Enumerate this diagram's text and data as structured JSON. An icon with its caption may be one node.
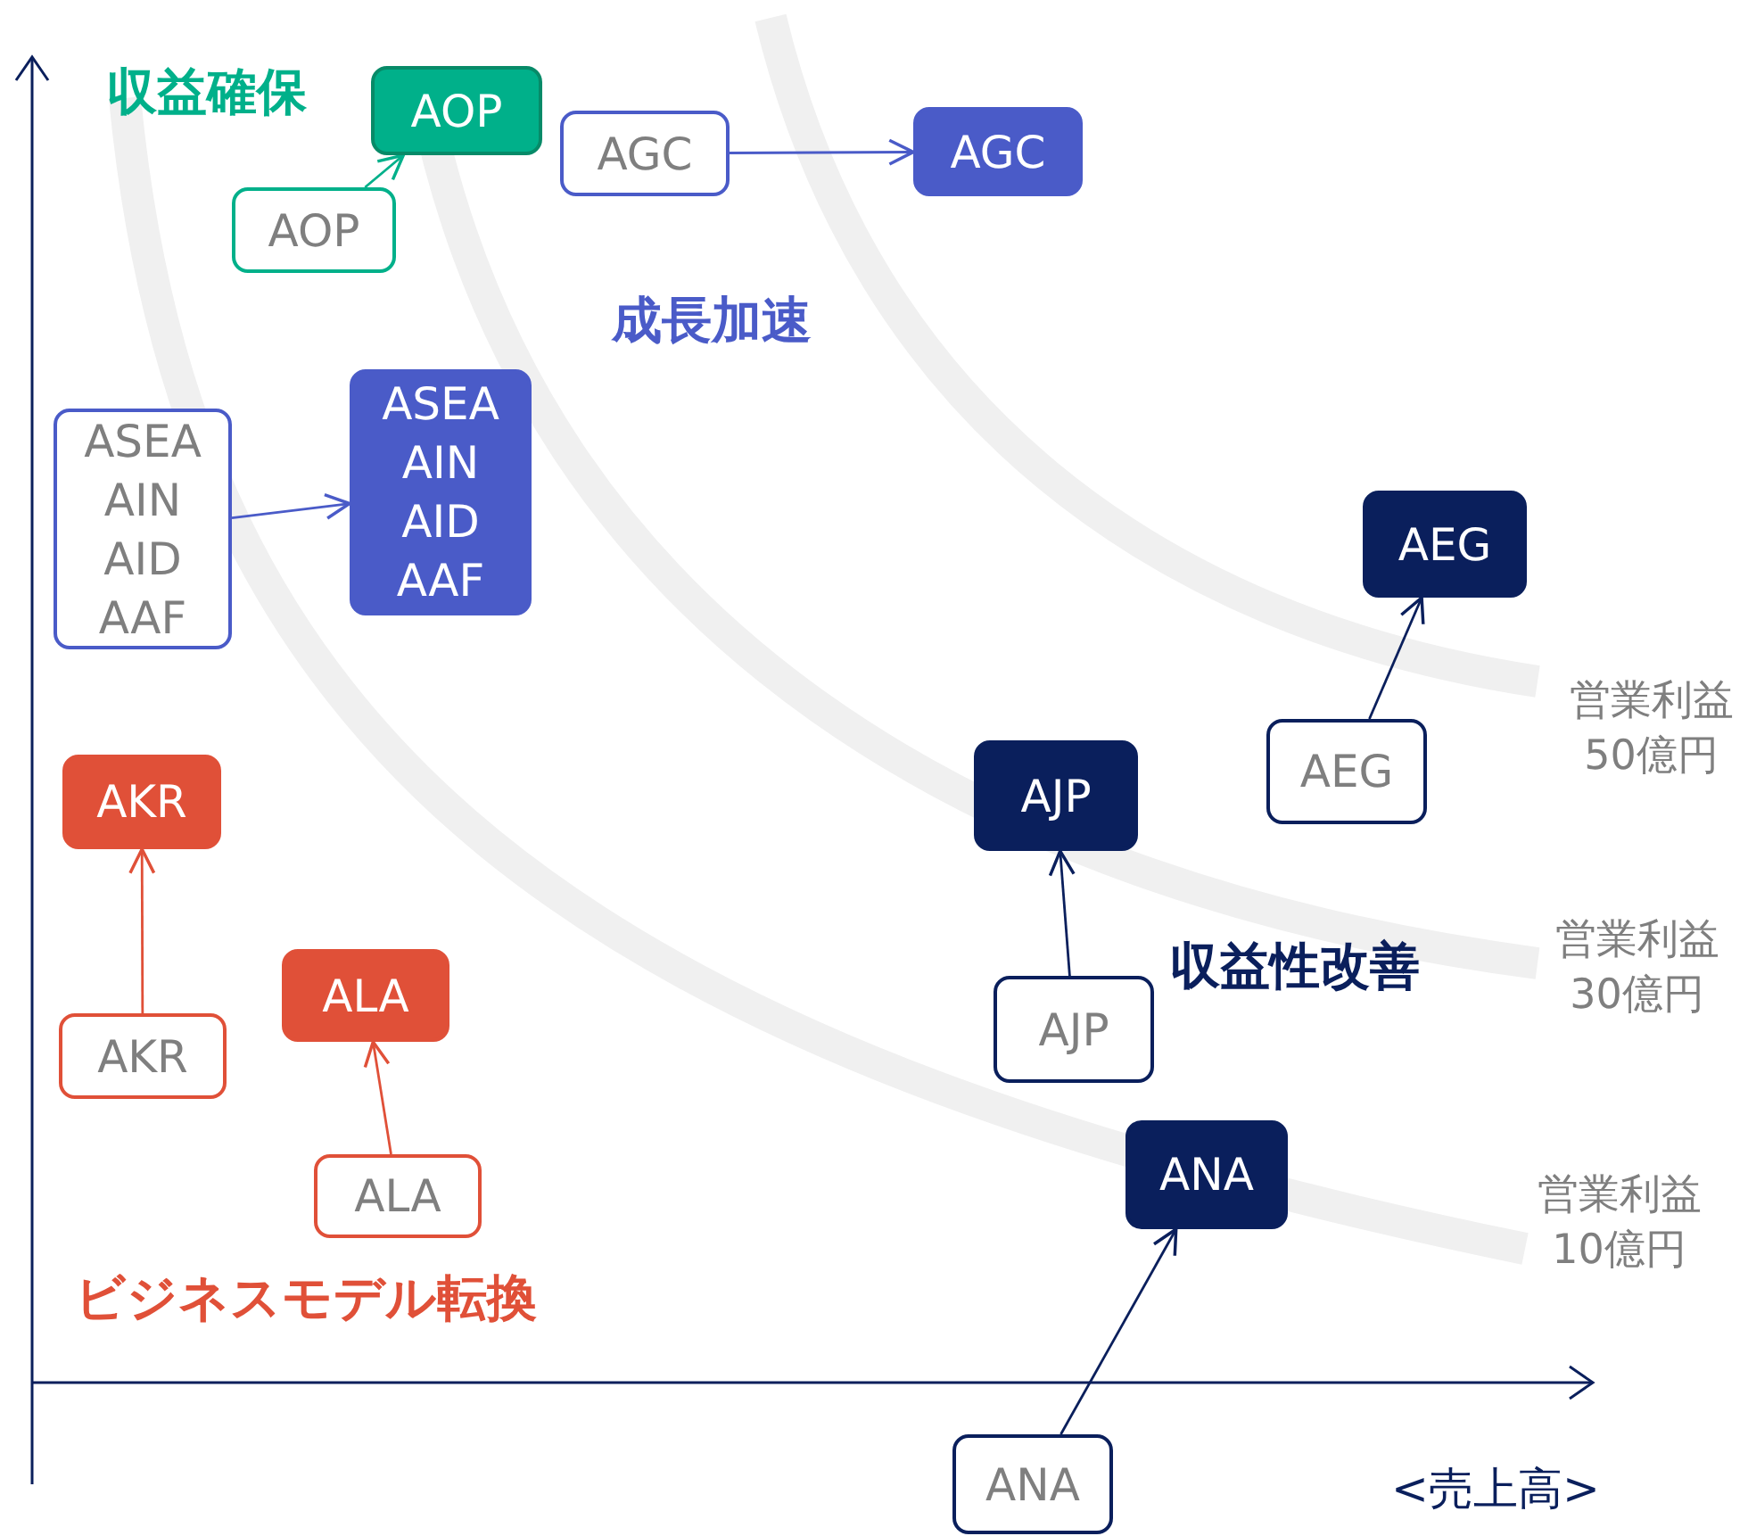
{
  "diagram": {
    "nodes": [
      {
        "text": [
          "AOP"
        ]
      },
      {
        "text": [
          "AGC"
        ]
      },
      {
        "text": [
          "AGC"
        ]
      },
      {
        "text": [
          "AOP"
        ]
      },
      {
        "text": [
          "ASEA",
          "AIN",
          "AID",
          "AAF"
        ]
      },
      {
        "text": [
          "ASEA",
          "AIN",
          "AID",
          "AAF"
        ]
      },
      {
        "text": [
          "AEG"
        ]
      },
      {
        "text": [
          "AKR"
        ]
      },
      {
        "text": [
          "AJP"
        ]
      },
      {
        "text": [
          "AEG"
        ]
      },
      {
        "text": [
          "AKR"
        ]
      },
      {
        "text": [
          "ALA"
        ]
      },
      {
        "text": [
          "AJP"
        ]
      },
      {
        "text": [
          "ANA"
        ]
      },
      {
        "text": [
          "ALA"
        ]
      },
      {
        "text": [
          "ANA"
        ]
      }
    ],
    "edges": [
      {
        "from": 3,
        "to": 0,
        "arrow": "to",
        "color": "#00b08a"
      },
      {
        "from": 1,
        "to": 2,
        "arrow": "to",
        "color": "#4a5bc8"
      },
      {
        "from": 4,
        "to": 5,
        "arrow": "to",
        "color": "#4a5bc8"
      },
      {
        "from": 9,
        "to": 6,
        "arrow": "to"
      },
      {
        "from": 12,
        "to": 8,
        "arrow": "to"
      },
      {
        "from": 10,
        "to": 7,
        "arrow": "to",
        "color": "#e05038"
      },
      {
        "from": 14,
        "to": 11,
        "arrow": "to",
        "color": "#e05038"
      },
      {
        "from": 15,
        "to": 13,
        "arrow": "to"
      }
    ],
    "labels": [
      "収益確保",
      "成長加速",
      "営業利益 50億円",
      "収益性改善",
      "営業利益 30億円",
      "営業利益 10億円",
      "ビジネスモデル転換",
      "<売上高>"
    ]
  }
}
